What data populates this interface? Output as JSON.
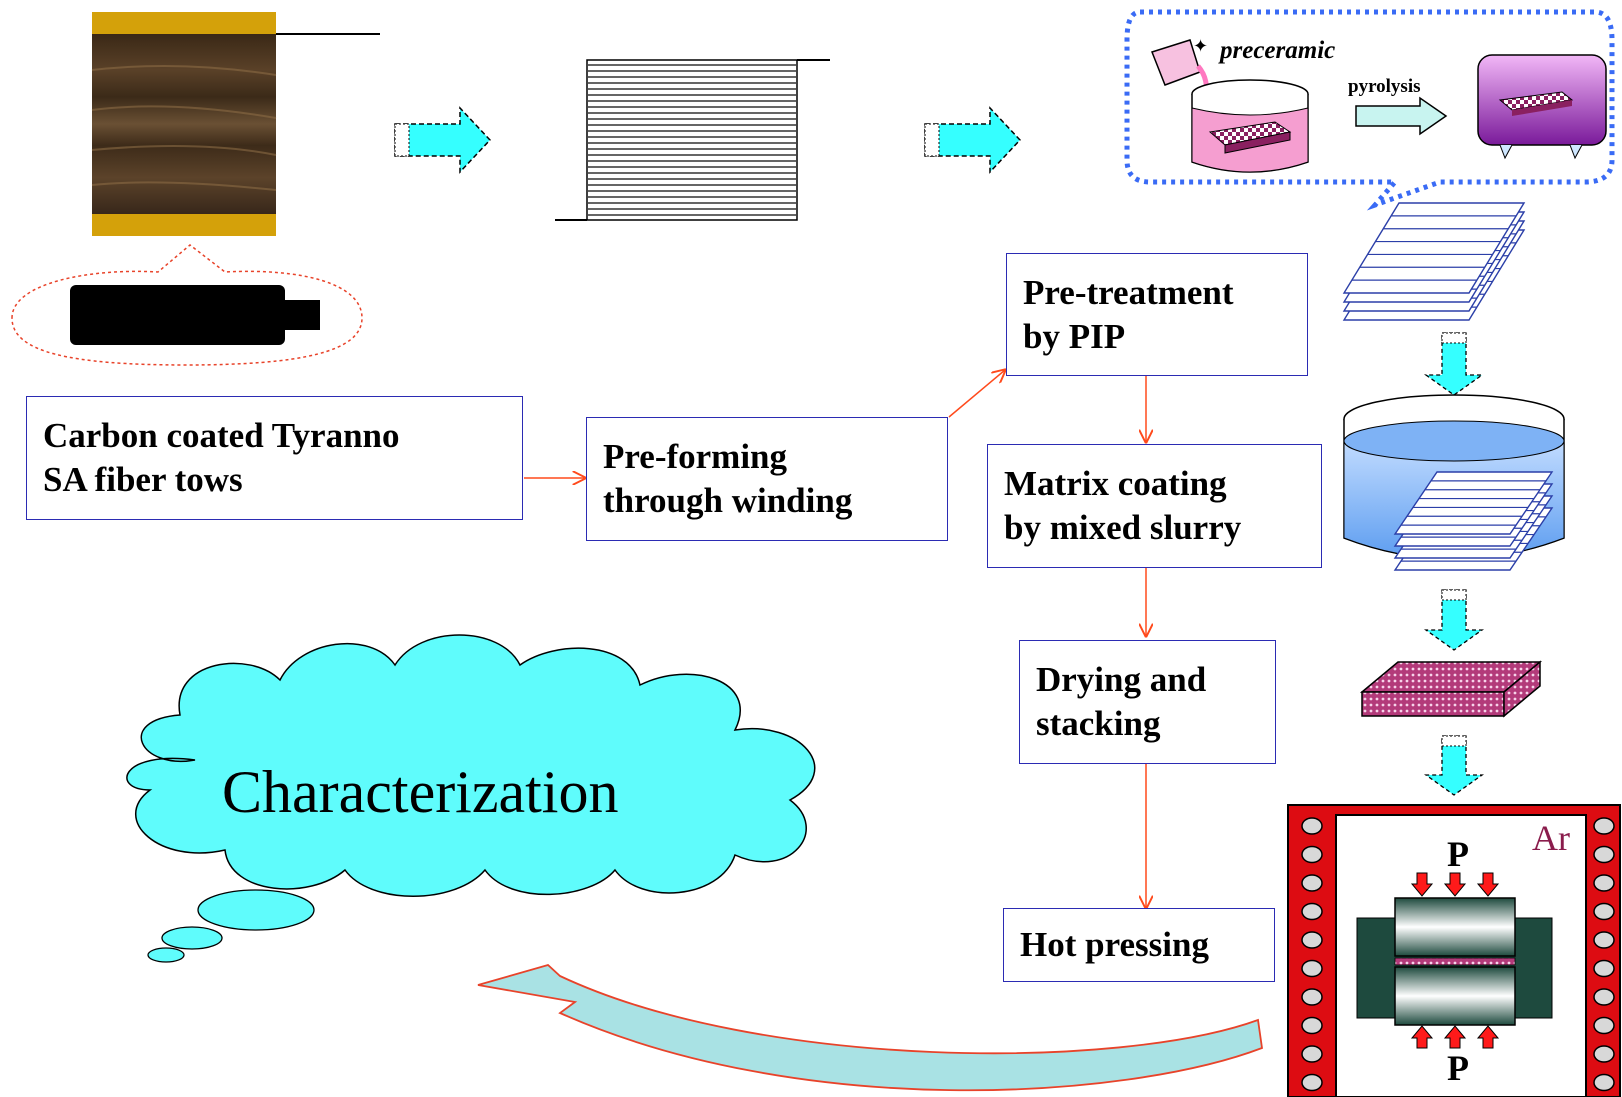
{
  "steps": {
    "raw": {
      "line1": "Carbon coated Tyranno",
      "line2": "SA fiber tows"
    },
    "preform": {
      "line1": "Pre-forming",
      "line2": "through winding"
    },
    "pretreat": {
      "line1": "Pre-treatment",
      "line2": "by PIP"
    },
    "matrix": {
      "line1": "Matrix coating",
      "line2": "by mixed slurry"
    },
    "drying": {
      "line1": "Drying and",
      "line2": "stacking"
    },
    "hotpress": {
      "line1": "Hot pressing"
    }
  },
  "pip_inset": {
    "precursor_label": "preceramic",
    "process_label": "pyrolysis"
  },
  "furnace": {
    "atmosphere": "Ar",
    "pressure_top": "P",
    "pressure_bottom": "P"
  },
  "cloud": {
    "label": "Characterization"
  },
  "colors": {
    "box_border": "#2b2bb3",
    "flow_arrow": "#ff4a1c",
    "block_arrow": "#35ffff",
    "cloud_fill": "#5ffcfc",
    "furnace_red": "#dd0c12",
    "spool_brown": "#4a3420",
    "spool_gold": "#d4a10a",
    "pip_dots": "#3a6bf5"
  }
}
